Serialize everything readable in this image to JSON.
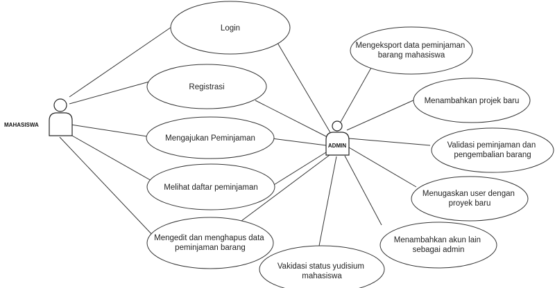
{
  "actors": {
    "mahasiswa": "MAHASISWA",
    "admin": "ADMIN"
  },
  "use_cases": {
    "login": [
      "Login"
    ],
    "registrasi": [
      "Registrasi"
    ],
    "mengajukan": [
      "Mengajukan Peminjaman"
    ],
    "melihat": [
      "Melihat daftar peminjaman"
    ],
    "mengedit": [
      "Mengedit  dan menghapus data",
      "peminjaman barang"
    ],
    "vakidasi": [
      "Vakidasi status yudisium",
      "mahasiswa"
    ],
    "mengeksport": [
      "Mengeksport data peminjaman",
      "barang mahasiswa"
    ],
    "projek": [
      "Menambahkan projek baru"
    ],
    "validasi": [
      "Validasi peminjaman dan",
      "pengembalian barang"
    ],
    "menugaskan": [
      "Menugaskan user dengan",
      "proyek baru"
    ],
    "akun": [
      "Menambahkan akun lain",
      "sebagai admin"
    ]
  }
}
